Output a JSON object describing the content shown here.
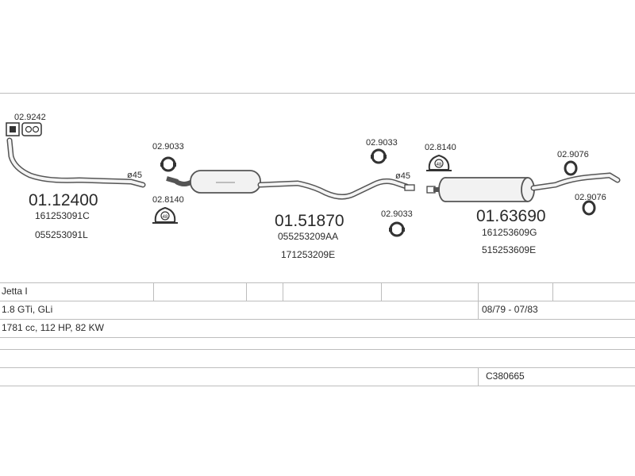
{
  "diagram": {
    "parts": [
      {
        "id": "p1",
        "number": "01.12400",
        "oem": [
          "161253091C",
          "055253091L"
        ]
      },
      {
        "id": "p2",
        "number": "01.51870",
        "oem": [
          "055253209AA",
          "171253209E"
        ]
      },
      {
        "id": "p3",
        "number": "01.63690",
        "oem": [
          "161253609G",
          "515253609E"
        ]
      }
    ],
    "accessories": {
      "gasket_front": "02.9242",
      "clamp_1": "02.9033",
      "mount_1": "02.8140",
      "clamp_2": "02.9033",
      "clamp_3": "02.9033",
      "mount_2": "02.8140",
      "ring_1": "02.9076",
      "ring_2": "02.9076"
    },
    "diameters": {
      "d1": "ø45",
      "d2": "ø45"
    },
    "mount_label": "48"
  },
  "vehicle": {
    "model": "Jetta I",
    "engine": "1.8 GTi, GLi",
    "period": "08/79 - 07/83",
    "specs": "1781 cc, 112 HP, 82 KW",
    "code": "C380665"
  }
}
